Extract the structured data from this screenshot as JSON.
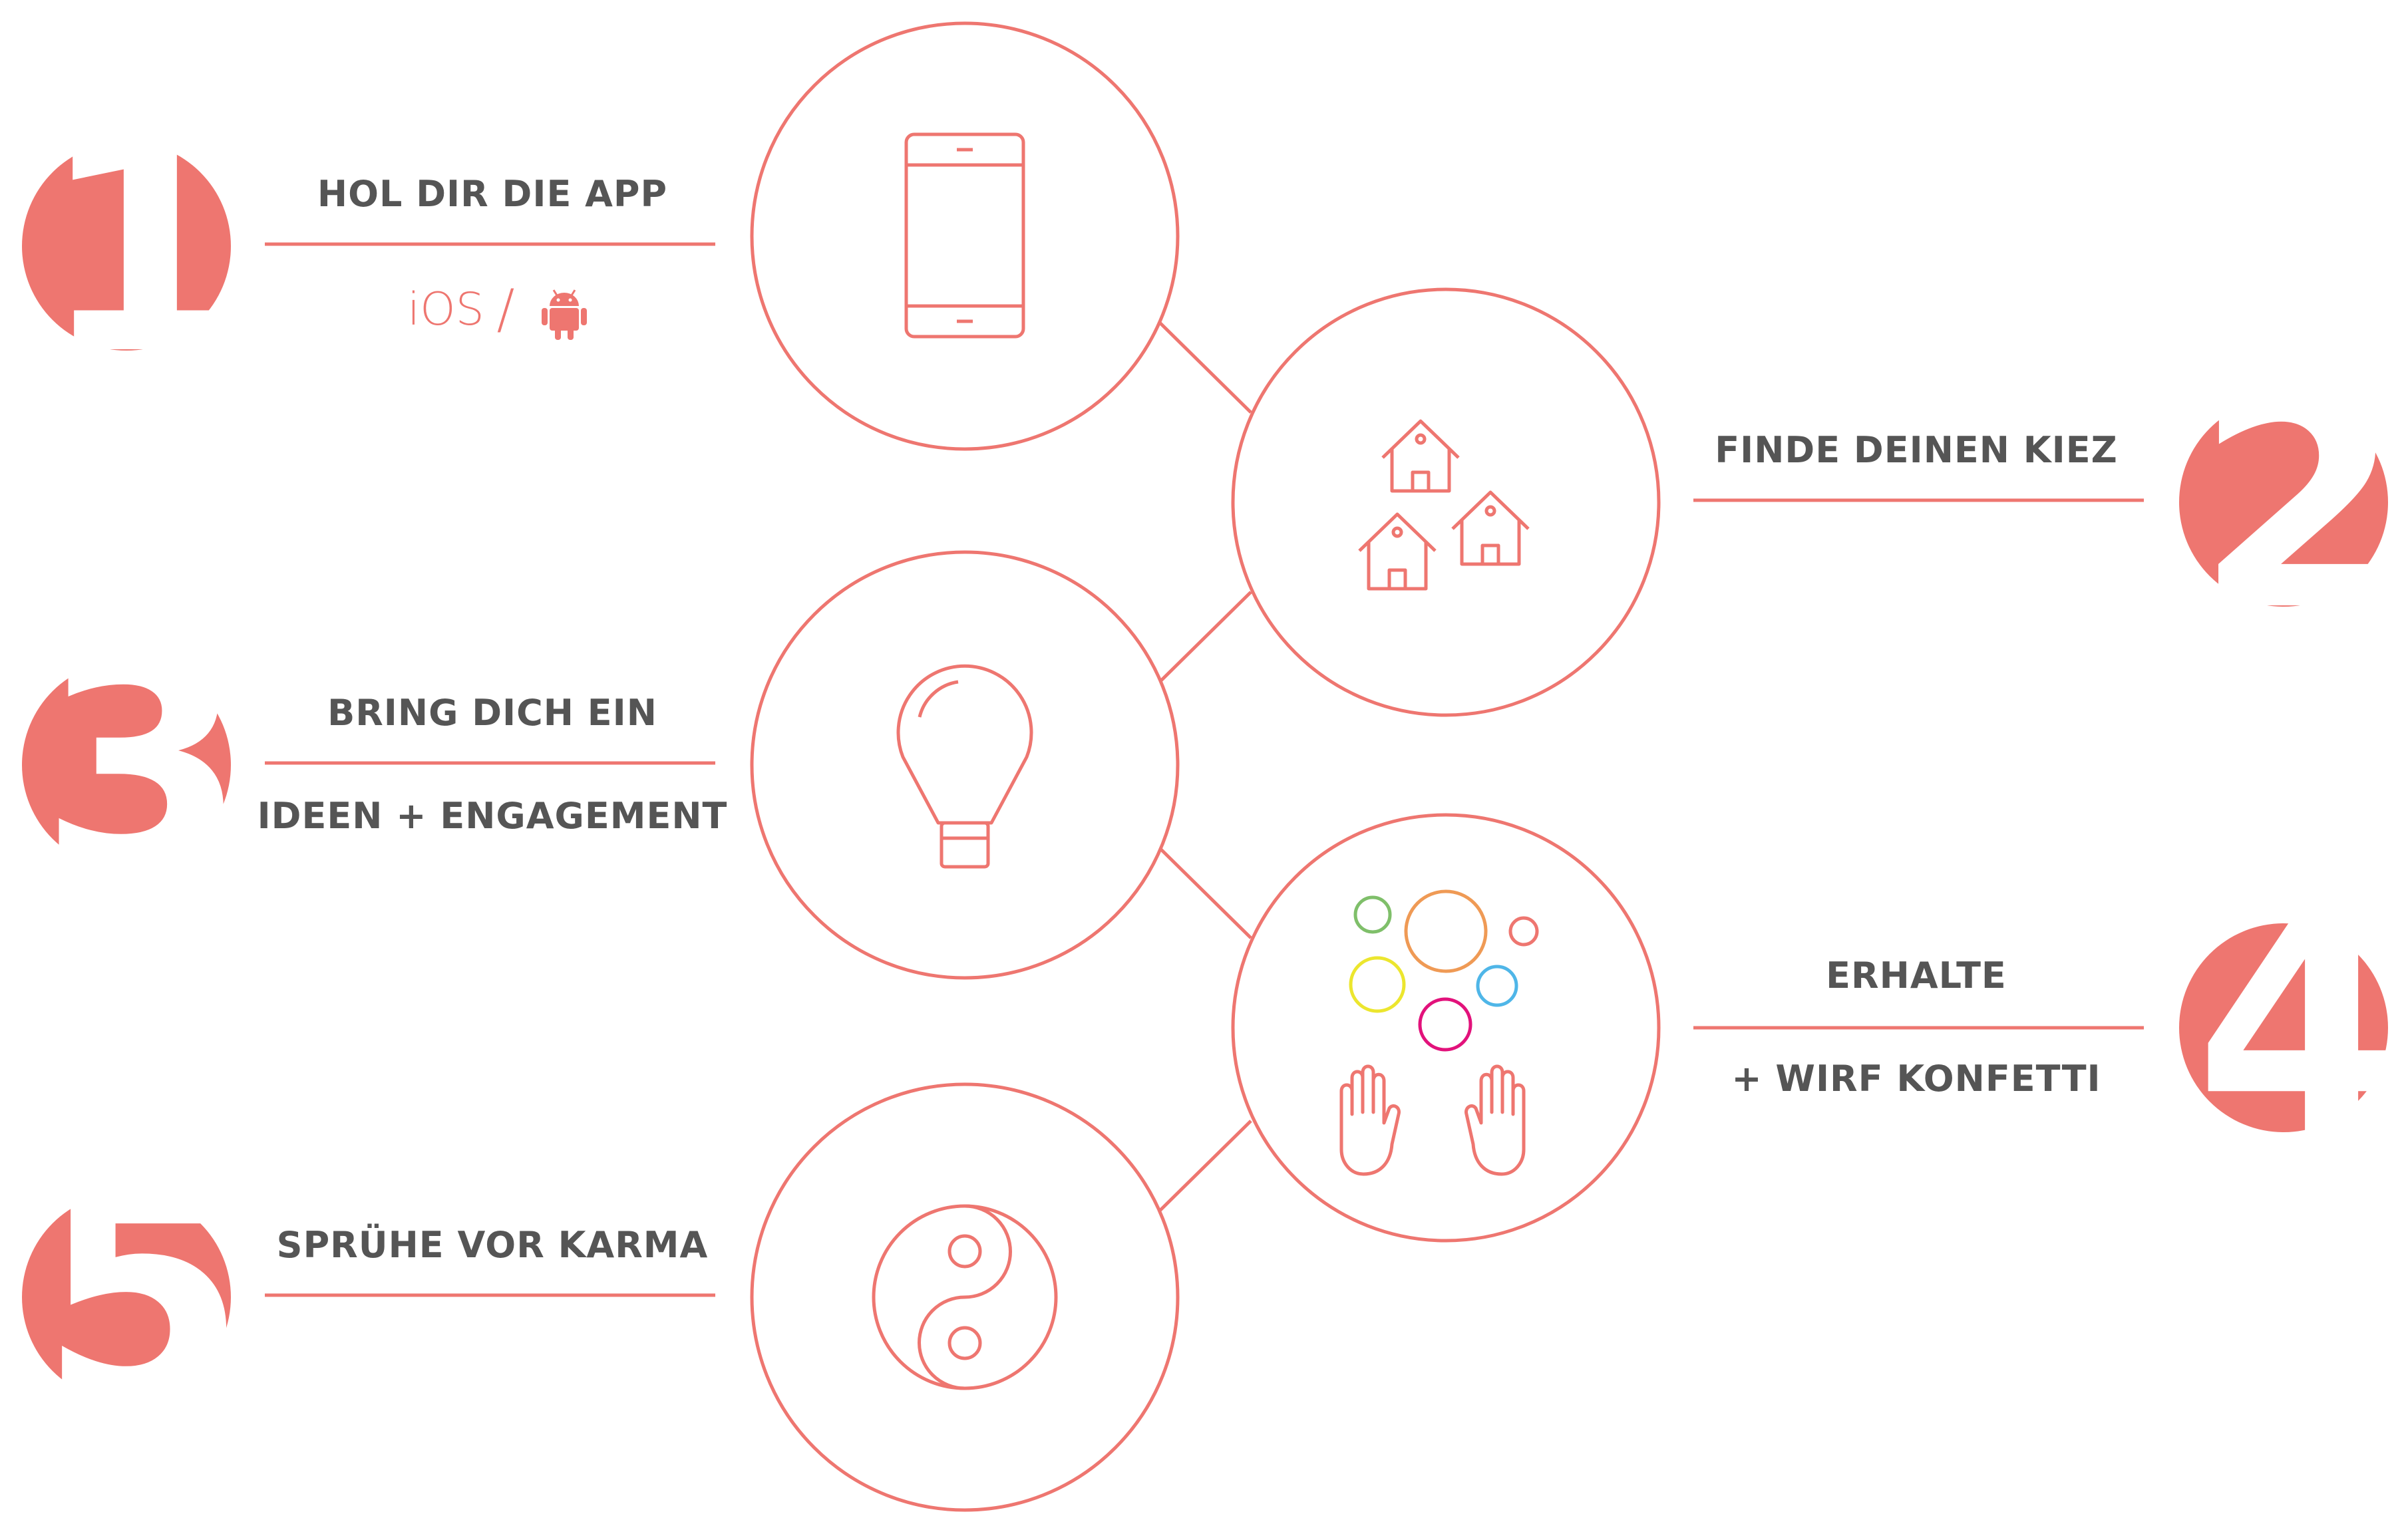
{
  "colors": {
    "accent": "#ee7670",
    "text": "#555555",
    "confetti_green": "#7fbf6a",
    "confetti_orange": "#ef9a55",
    "confetti_yellow": "#ece62e",
    "confetti_blue": "#4fb6e8",
    "confetti_magenta": "#e2127b",
    "confetti_red": "#ee7670"
  },
  "steps": [
    {
      "number": "1",
      "title": "HOL DIR DIE APP",
      "subtitle": "iOS",
      "icon": "smartphone-icon"
    },
    {
      "number": "2",
      "title": "FINDE DEINEN KIEZ",
      "subtitle": "",
      "icon": "houses-icon"
    },
    {
      "number": "3",
      "title": "BRING DICH EIN",
      "subtitle": "IDEEN + ENGAGEMENT",
      "icon": "lightbulb-icon"
    },
    {
      "number": "4",
      "title": "ERHALTE",
      "subtitle": "+ WIRF KONFETTI",
      "icon": "confetti-hands-icon"
    },
    {
      "number": "5",
      "title": "SPRÜHE VOR KARMA",
      "subtitle": "",
      "icon": "yin-yang-icon"
    }
  ],
  "step1_platforms": {
    "ios": "iOS",
    "separator": "/",
    "android_icon": "android-icon"
  }
}
